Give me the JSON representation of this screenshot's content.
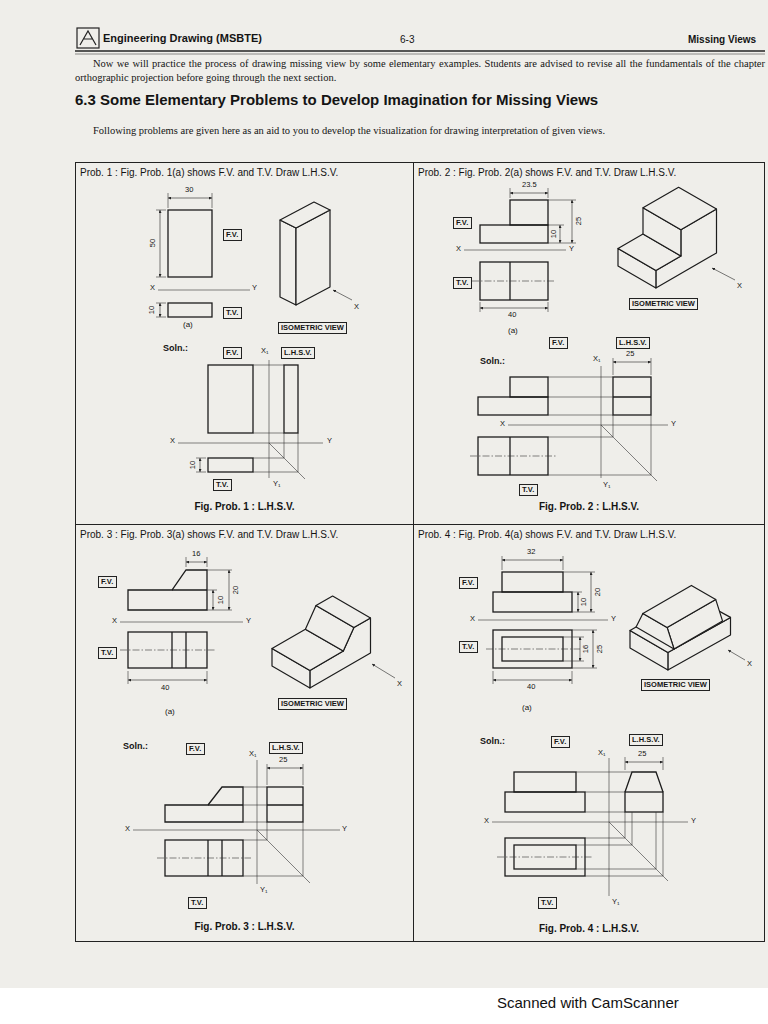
{
  "diagram": {
    "title": "6.3 Some Elementary Problems to Develop Imagination for Missing Views",
    "nodes": [
      {
        "text": [
          "Prob. 1 : Fig. Prob. 1(a) shows F.V. and T.V. Draw L.H.S.V.",
          "Fig. Prob. 1 : L.H.S.V."
        ]
      },
      {
        "text": [
          "F.V."
        ],
        "in": 0
      },
      {
        "text": [
          "T.V."
        ],
        "in": 0
      },
      {
        "text": [
          "ISOMETRIC VIEW"
        ],
        "in": 0
      },
      {
        "text": [
          "F.V."
        ],
        "in": 0
      },
      {
        "text": [
          "L.H.S.V."
        ],
        "in": 0
      },
      {
        "text": [
          "T.V."
        ],
        "in": 0
      },
      {
        "text": [
          "Prob. 2 : Fig. Prob. 2(a) shows F.V. and T.V. Draw L.H.S.V.",
          "Fig. Prob. 2 : L.H.S.V."
        ]
      },
      {
        "text": [
          "F.V."
        ],
        "in": 7
      },
      {
        "text": [
          "T.V."
        ],
        "in": 7
      },
      {
        "text": [
          "ISOMETRIC VIEW"
        ],
        "in": 7
      },
      {
        "text": [
          "F.V."
        ],
        "in": 7
      },
      {
        "text": [
          "L.H.S.V."
        ],
        "in": 7
      },
      {
        "text": [
          "T.V."
        ],
        "in": 7
      },
      {
        "text": [
          "Prob. 3 : Fig. Prob. 3(a) shows F.V. and T.V. Draw L.H.S.V.",
          "Fig. Prob. 3 : L.H.S.V."
        ]
      },
      {
        "text": [
          "F.V."
        ],
        "in": 14
      },
      {
        "text": [
          "T.V."
        ],
        "in": 14
      },
      {
        "text": [
          "ISOMETRIC VIEW"
        ],
        "in": 14
      },
      {
        "text": [
          "F.V."
        ],
        "in": 14
      },
      {
        "text": [
          "L.H.S.V."
        ],
        "in": 14
      },
      {
        "text": [
          "T.V."
        ],
        "in": 14
      },
      {
        "text": [
          "Prob. 4 : Fig. Prob. 4(a) shows F.V. and T.V. Draw L.H.S.V.",
          "Fig. Prob. 4 : L.H.S.V."
        ]
      },
      {
        "text": [
          "F.V."
        ],
        "in": 21
      },
      {
        "text": [
          "T.V."
        ],
        "in": 21
      },
      {
        "text": [
          "ISOMETRIC VIEW"
        ],
        "in": 21
      },
      {
        "text": [
          "F.V."
        ],
        "in": 21
      },
      {
        "text": [
          "L.H.S.V."
        ],
        "in": 21
      },
      {
        "text": [
          "T.V."
        ],
        "in": 21
      }
    ],
    "labels": [
      "Engineering Drawing (MSBTE)",
      "6-3",
      "Missing Views",
      "Now we will practice the process of drawing missing view by some elementary examples. Students are advised to revise all the fundamentals of the chapter orthographic projection before going through the next section.",
      "Following problems are given here as an aid to you to develop the visualization for drawing interpretation of given views.",
      "30",
      "50",
      "X",
      "Y",
      "10",
      "(a)",
      "X",
      "Soln.:",
      "X₁",
      "X",
      "Y",
      "10",
      "Y₁",
      "23.5",
      "10",
      "25",
      "X",
      "Y",
      "40",
      "(a)",
      "X",
      "Soln.:",
      "X₁",
      "25",
      "X",
      "Y",
      "Y₁",
      "16",
      "10",
      "20",
      "X",
      "Y",
      "40",
      "(a)",
      "X",
      "Soln.:",
      "X₁",
      "25",
      "X",
      "Y",
      "Y₁",
      "32",
      "10",
      "20",
      "X",
      "Y",
      "16",
      "25",
      "40",
      "(a)",
      "X",
      "Soln.:",
      "X₁",
      "25",
      "X",
      "Y",
      "Y₁",
      "Scanned with CamScanner"
    ]
  }
}
